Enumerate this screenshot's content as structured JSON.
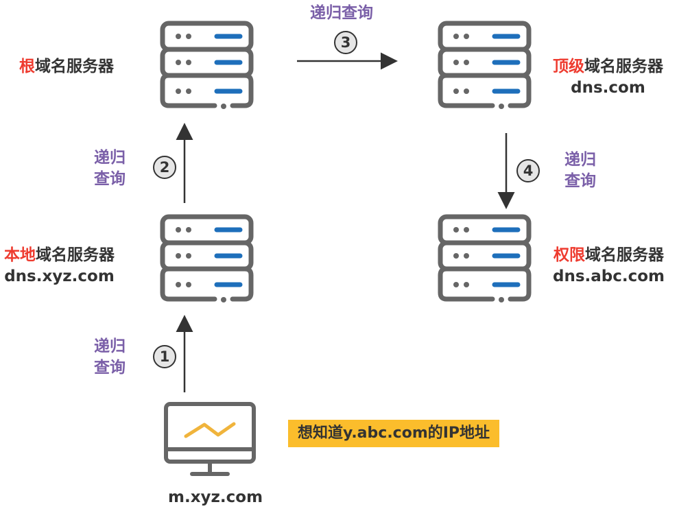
{
  "colors": {
    "highlight": "#ee3b2f",
    "text": "#333333",
    "query": "#7a5fa8",
    "server_frame": "#666666",
    "server_led": "#1e6fbb",
    "monitor_graph": "#f0b43c",
    "note_bg": "#fbbd2c"
  },
  "servers": {
    "root": {
      "highlight": "根",
      "rest": "域名服务器",
      "domain": ""
    },
    "tld": {
      "highlight": "顶级",
      "rest": "域名服务器",
      "domain": "dns.com"
    },
    "local": {
      "highlight": "本地",
      "rest": "域名服务器",
      "domain": "dns.xyz.com"
    },
    "authoritative": {
      "highlight": "权限",
      "rest": "域名服务器",
      "domain": "dns.abc.com"
    }
  },
  "client": {
    "domain": "m.xyz.com",
    "icon": "monitor-icon"
  },
  "steps": [
    {
      "number": "1",
      "line1": "递归",
      "line2": "查询",
      "from": "client",
      "to": "local"
    },
    {
      "number": "2",
      "line1": "递归",
      "line2": "查询",
      "from": "local",
      "to": "root"
    },
    {
      "number": "3",
      "text": "递归查询",
      "from": "root",
      "to": "tld"
    },
    {
      "number": "4",
      "line1": "递归",
      "line2": "查询",
      "from": "tld",
      "to": "authoritative"
    }
  ],
  "note": "想知道y.abc.com的IP地址"
}
